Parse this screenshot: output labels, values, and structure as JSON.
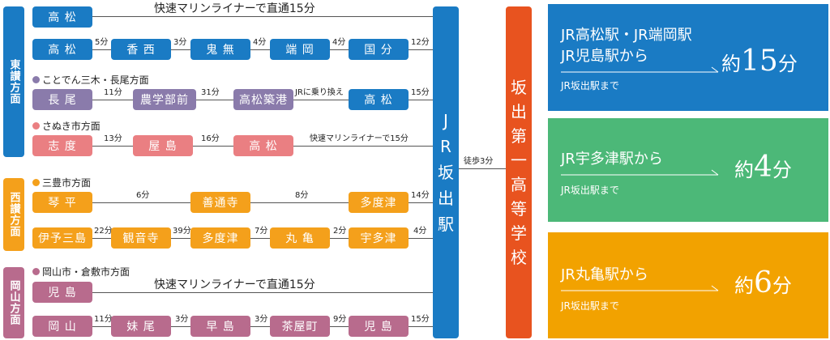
{
  "regions": {
    "east": "東讃方面",
    "west": "西讃方面",
    "okayama": "岡山方面"
  },
  "subheads": {
    "kotoden": "ことでん三木・長尾方面",
    "sanuki": "さぬき市方面",
    "mitoyo": "三豊市方面",
    "okayama": "岡山市・倉敷市方面"
  },
  "rows": {
    "r1": {
      "stations": [
        "高 松"
      ],
      "note": "快速マリンライナーで直通15分"
    },
    "r2": {
      "stations": [
        "高 松",
        "香 西",
        "鬼 無",
        "端 岡",
        "国 分"
      ],
      "times": [
        "5分",
        "3分",
        "4分",
        "4分",
        "12分"
      ]
    },
    "r3": {
      "stations": [
        "長 尾",
        "農学部前",
        "高松築港",
        "高 松"
      ],
      "times": [
        "11分",
        "31分",
        "JRに乗り換え",
        "15分"
      ]
    },
    "r4": {
      "stations": [
        "志 度",
        "屋 島",
        "高 松"
      ],
      "times": [
        "13分",
        "16分",
        "快速マリンライナーで15分"
      ]
    },
    "r5": {
      "stations": [
        "琴 平",
        "善通寺",
        "多度津"
      ],
      "times": [
        "6分",
        "8分",
        "14分"
      ]
    },
    "r6": {
      "stations": [
        "伊予三島",
        "観音寺",
        "多度津",
        "丸 亀",
        "宇多津"
      ],
      "times": [
        "22分",
        "39分",
        "7分",
        "2分",
        "4分"
      ]
    },
    "r7": {
      "stations": [
        "児 島"
      ],
      "note": "快速マリンライナーで直通15分"
    },
    "r8": {
      "stations": [
        "岡 山",
        "妹 尾",
        "早 島",
        "茶屋町",
        "児 島"
      ],
      "times": [
        "11分",
        "3分",
        "3分",
        "9分",
        "15分"
      ]
    }
  },
  "station_name": [
    "J",
    "R",
    "坂",
    "出",
    "駅"
  ],
  "walk": "徒歩3分",
  "school_name": [
    "坂",
    "出",
    "第",
    "一",
    "高",
    "等",
    "学",
    "校"
  ],
  "panels": [
    {
      "from": [
        "JR高松駅・JR端岡駅",
        "JR児島駅から"
      ],
      "to": "JR坂出駅まで",
      "prefix": "約",
      "num": "15",
      "unit": "分",
      "color": "#1a7bc4"
    },
    {
      "from": [
        "JR宇多津駅から"
      ],
      "to": "JR坂出駅まで",
      "prefix": "約",
      "num": "4",
      "unit": "分",
      "color": "#4cb878"
    },
    {
      "from": [
        "JR丸亀駅から"
      ],
      "to": "JR坂出駅まで",
      "prefix": "約",
      "num": "6",
      "unit": "分",
      "color": "#f2a200"
    }
  ],
  "colors": {
    "jr_blue": "#1a7bc4",
    "kotoden_purple": "#8a7bab",
    "sanuki_pink": "#ea7f82",
    "mitoyo_orange": "#f4a01b",
    "okayama_mauve": "#b86b8d",
    "school_red": "#e8531f"
  }
}
